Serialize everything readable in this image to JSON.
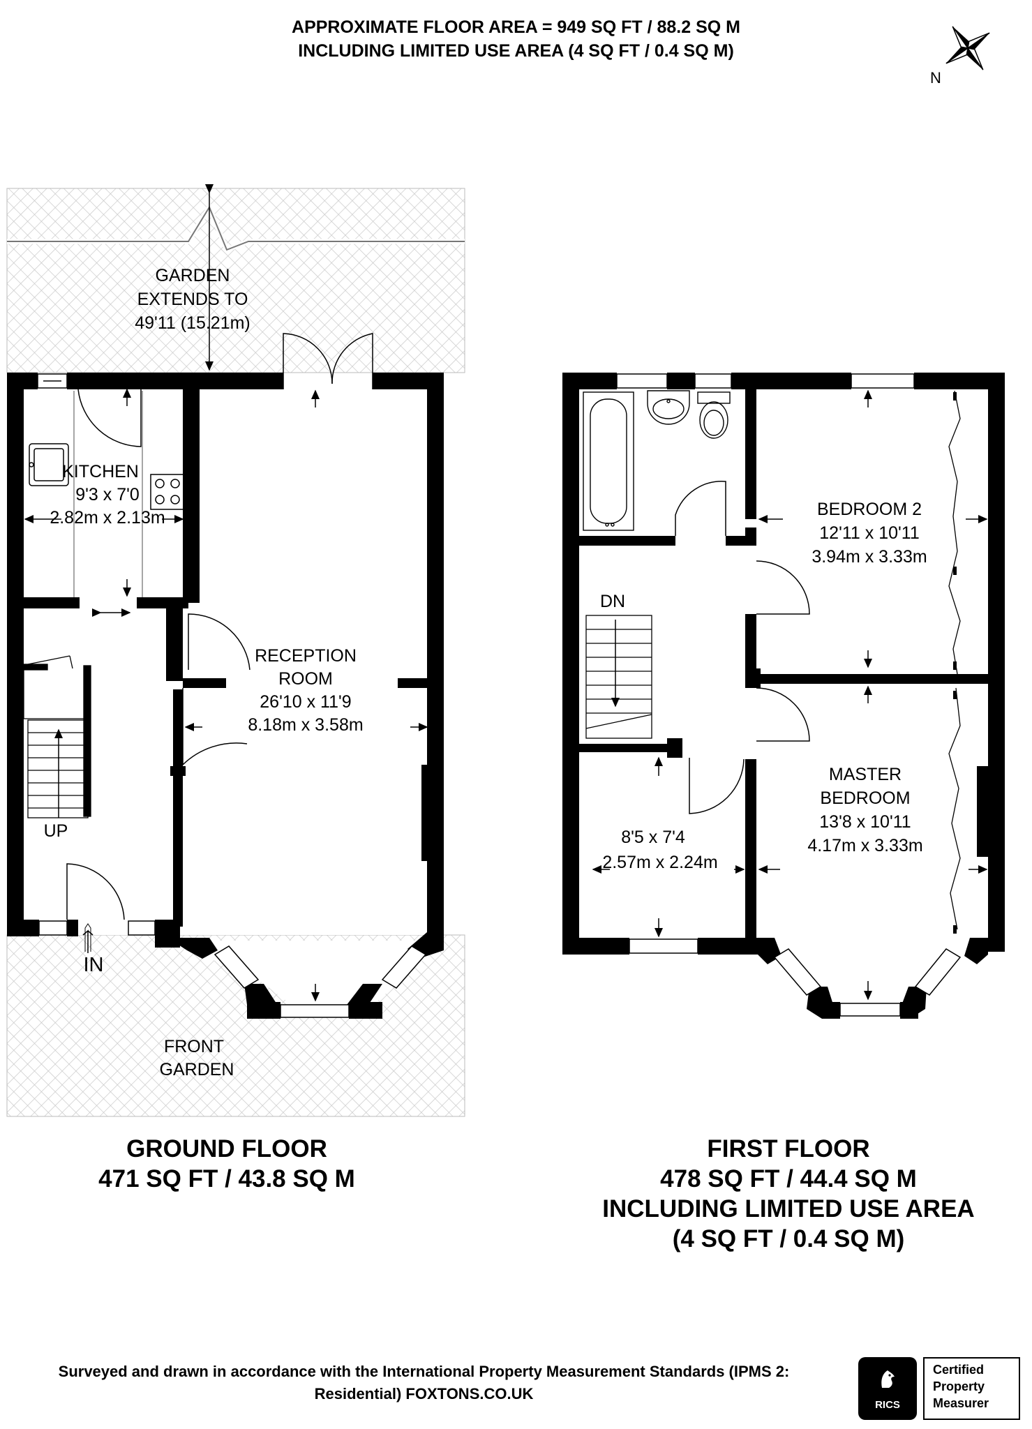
{
  "header": {
    "line1": "APPROXIMATE FLOOR AREA = 949 SQ FT / 88.2 SQ M",
    "line2": "INCLUDING LIMITED USE AREA (4 SQ FT / 0.4 SQ M)"
  },
  "compass": {
    "label": "N"
  },
  "ground_floor": {
    "garden": [
      "GARDEN",
      "EXTENDS TO",
      "49'11 (15.21m)"
    ],
    "kitchen": [
      "KITCHEN",
      "9'3 x 7'0",
      "2.82m x 2.13m"
    ],
    "reception": [
      "RECEPTION",
      "ROOM",
      "26'10 x 11'9",
      "8.18m x 3.58m"
    ],
    "up": "UP",
    "entrance": "IN",
    "front_garden": [
      "FRONT",
      "GARDEN"
    ],
    "title": [
      "GROUND FLOOR",
      "471 SQ FT / 43.8 SQ M"
    ]
  },
  "first_floor": {
    "bedroom2": [
      "BEDROOM 2",
      "12'11 x 10'11",
      "3.94m x 3.33m"
    ],
    "down": "DN",
    "small_room": [
      "8'5 x 7'4",
      "2.57m x 2.24m"
    ],
    "master": [
      "MASTER",
      "BEDROOM",
      "13'8 x 10'11",
      "4.17m x 3.33m"
    ],
    "title": [
      "FIRST FLOOR",
      "478 SQ FT / 44.4 SQ M",
      "INCLUDING LIMITED USE AREA",
      "(4 SQ FT / 0.4 SQ M)"
    ]
  },
  "footer": {
    "line1": "Surveyed and drawn in accordance with the International Property Measurement Standards (IPMS 2:",
    "line2": "Residential) FOXTONS.CO.UK"
  },
  "badge": {
    "logo_text": "RICS",
    "lines": [
      "Certified",
      "Property",
      "Measurer"
    ]
  }
}
